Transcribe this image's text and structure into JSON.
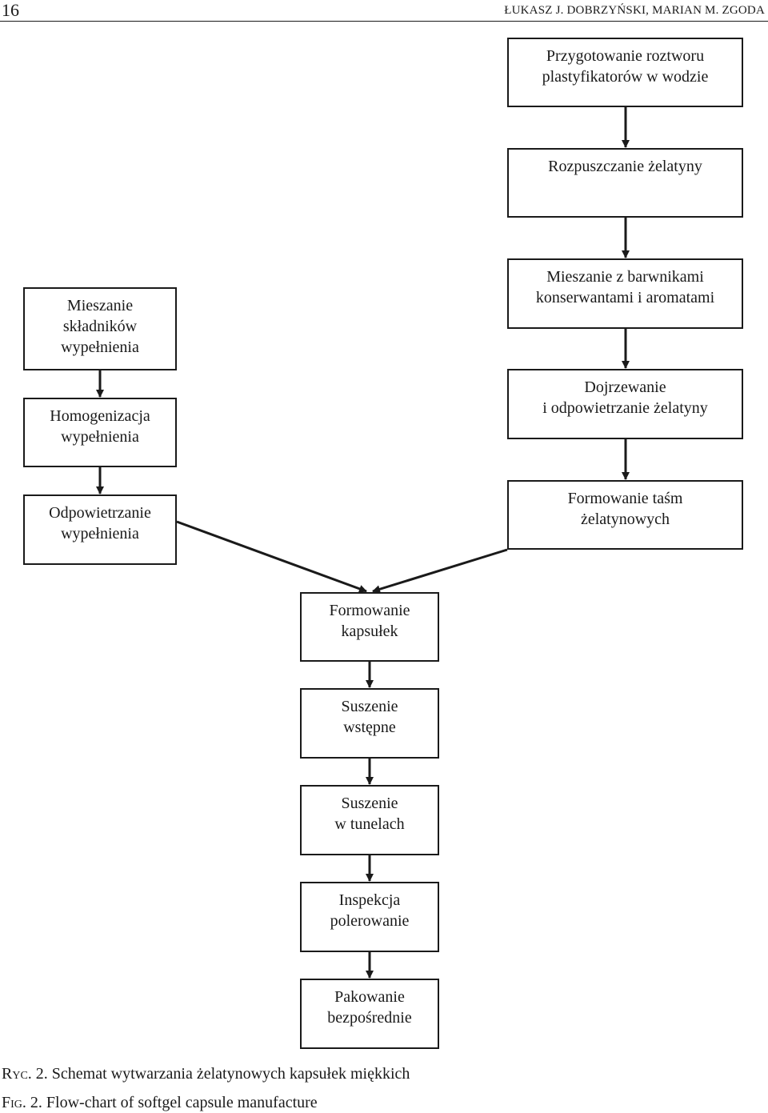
{
  "header": {
    "page_number": "16",
    "running_head": "ŁUKASZ J. DOBRZYŃSKI, MARIAN M. ZGODA"
  },
  "flowchart": {
    "right_column": {
      "prep": "Przygotowanie roztworu\nplastyfikatorów w wodzie",
      "dissolve": "Rozpuszczanie żelatyny",
      "mix_additives": "Mieszanie z barwnikami\nkonserwantami i aromatami",
      "mature": "Dojrzewanie\ni odpowietrzanie żelatyny",
      "ribbons": "Formowanie taśm\nżelatynowych"
    },
    "left_column": {
      "mix_fill": "Mieszanie\nskładników\nwypełnienia",
      "homogenize": "Homogenizacja\nwypełnienia",
      "deaerate": "Odpowietrzanie\nwypełnienia"
    },
    "center_column": {
      "forming": "Formowanie\nkapsułek",
      "pre_dry": "Suszenie\nwstępne",
      "tunnel_dry": "Suszenie\nw tunelach",
      "inspect": "Inspekcja\npolerowanie",
      "package": "Pakowanie\nbezpośrednie"
    }
  },
  "caption": {
    "pl_label": "Ryc. 2.",
    "pl_text": "Schemat wytwarzania żelatynowych kapsułek miękkich",
    "en_label": "Fig. 2.",
    "en_text": "Flow-chart of softgel capsule manufacture"
  }
}
